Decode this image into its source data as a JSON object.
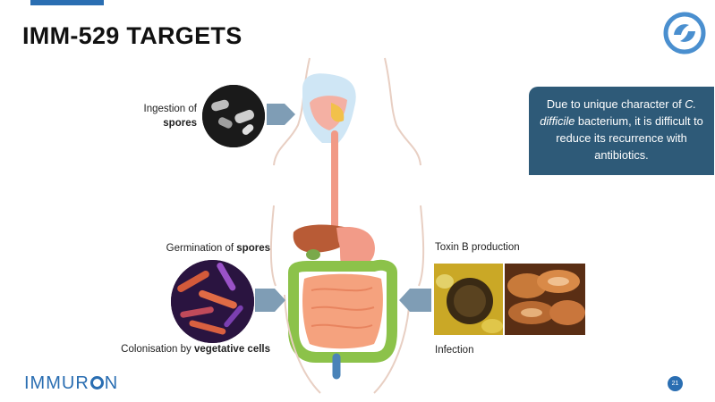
{
  "slide": {
    "title": "IMM-529 TARGETS",
    "page_number": "21"
  },
  "labels": {
    "ingestion_prefix": "Ingestion of",
    "ingestion_bold": "spores",
    "germination_prefix": "Germination of ",
    "germination_bold": "spores",
    "colonisation_prefix": "Colonisation by ",
    "colonisation_bold": "vegetative cells",
    "toxin": "Toxin B production",
    "infection": "Infection"
  },
  "info_box": {
    "part1": "Due to unique character of ",
    "italic": "C. difficile",
    "part2": " bacterium, it is difficult to reduce its recurrence with antibiotics."
  },
  "branding": {
    "name_part1": "IMMUR",
    "name_part2": "N"
  },
  "colors": {
    "accent": "#2a6eb2",
    "info_box": "#2e5a78",
    "arrow": "#7f9db5"
  }
}
